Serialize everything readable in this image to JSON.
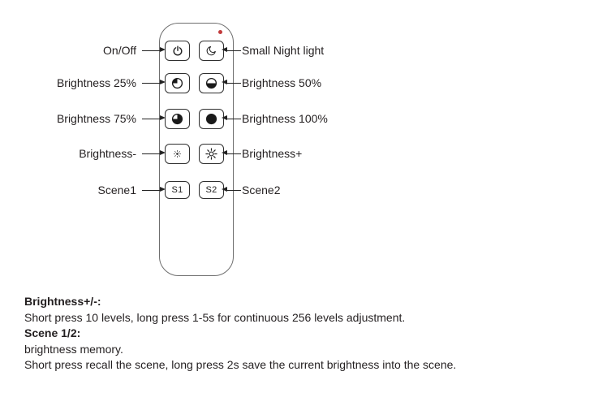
{
  "remote_diagram": {
    "led": {
      "color": "#c23b3c"
    },
    "rows": [
      {
        "left_label": "On/Off",
        "left_icon": "power-icon",
        "right_icon": "moon-icon",
        "right_label": "Small Night light"
      },
      {
        "left_label": "Brightness 25%",
        "left_icon": "pie-25-icon",
        "right_icon": "pie-50-icon",
        "right_label": "Brightness 50%"
      },
      {
        "left_label": "Brightness 75%",
        "left_icon": "pie-75-icon",
        "right_icon": "pie-100-icon",
        "right_label": "Brightness 100%"
      },
      {
        "left_label": "Brightness-",
        "left_icon": "sun-dim-icon",
        "right_icon": "sun-bright-icon",
        "right_label": "Brightness+"
      },
      {
        "left_label": "Scene1",
        "left_button_text": "S1",
        "right_button_text": "S2",
        "right_label": "Scene2"
      }
    ]
  },
  "notes": {
    "heading1": "Brightness+/-:",
    "line1": "Short press 10 levels, long press 1-5s for continuous 256 levels adjustment.",
    "heading2": "Scene 1/2:",
    "line2": "brightness memory.",
    "line3": "Short press recall the scene, long press 2s save the current brightness into the scene."
  }
}
